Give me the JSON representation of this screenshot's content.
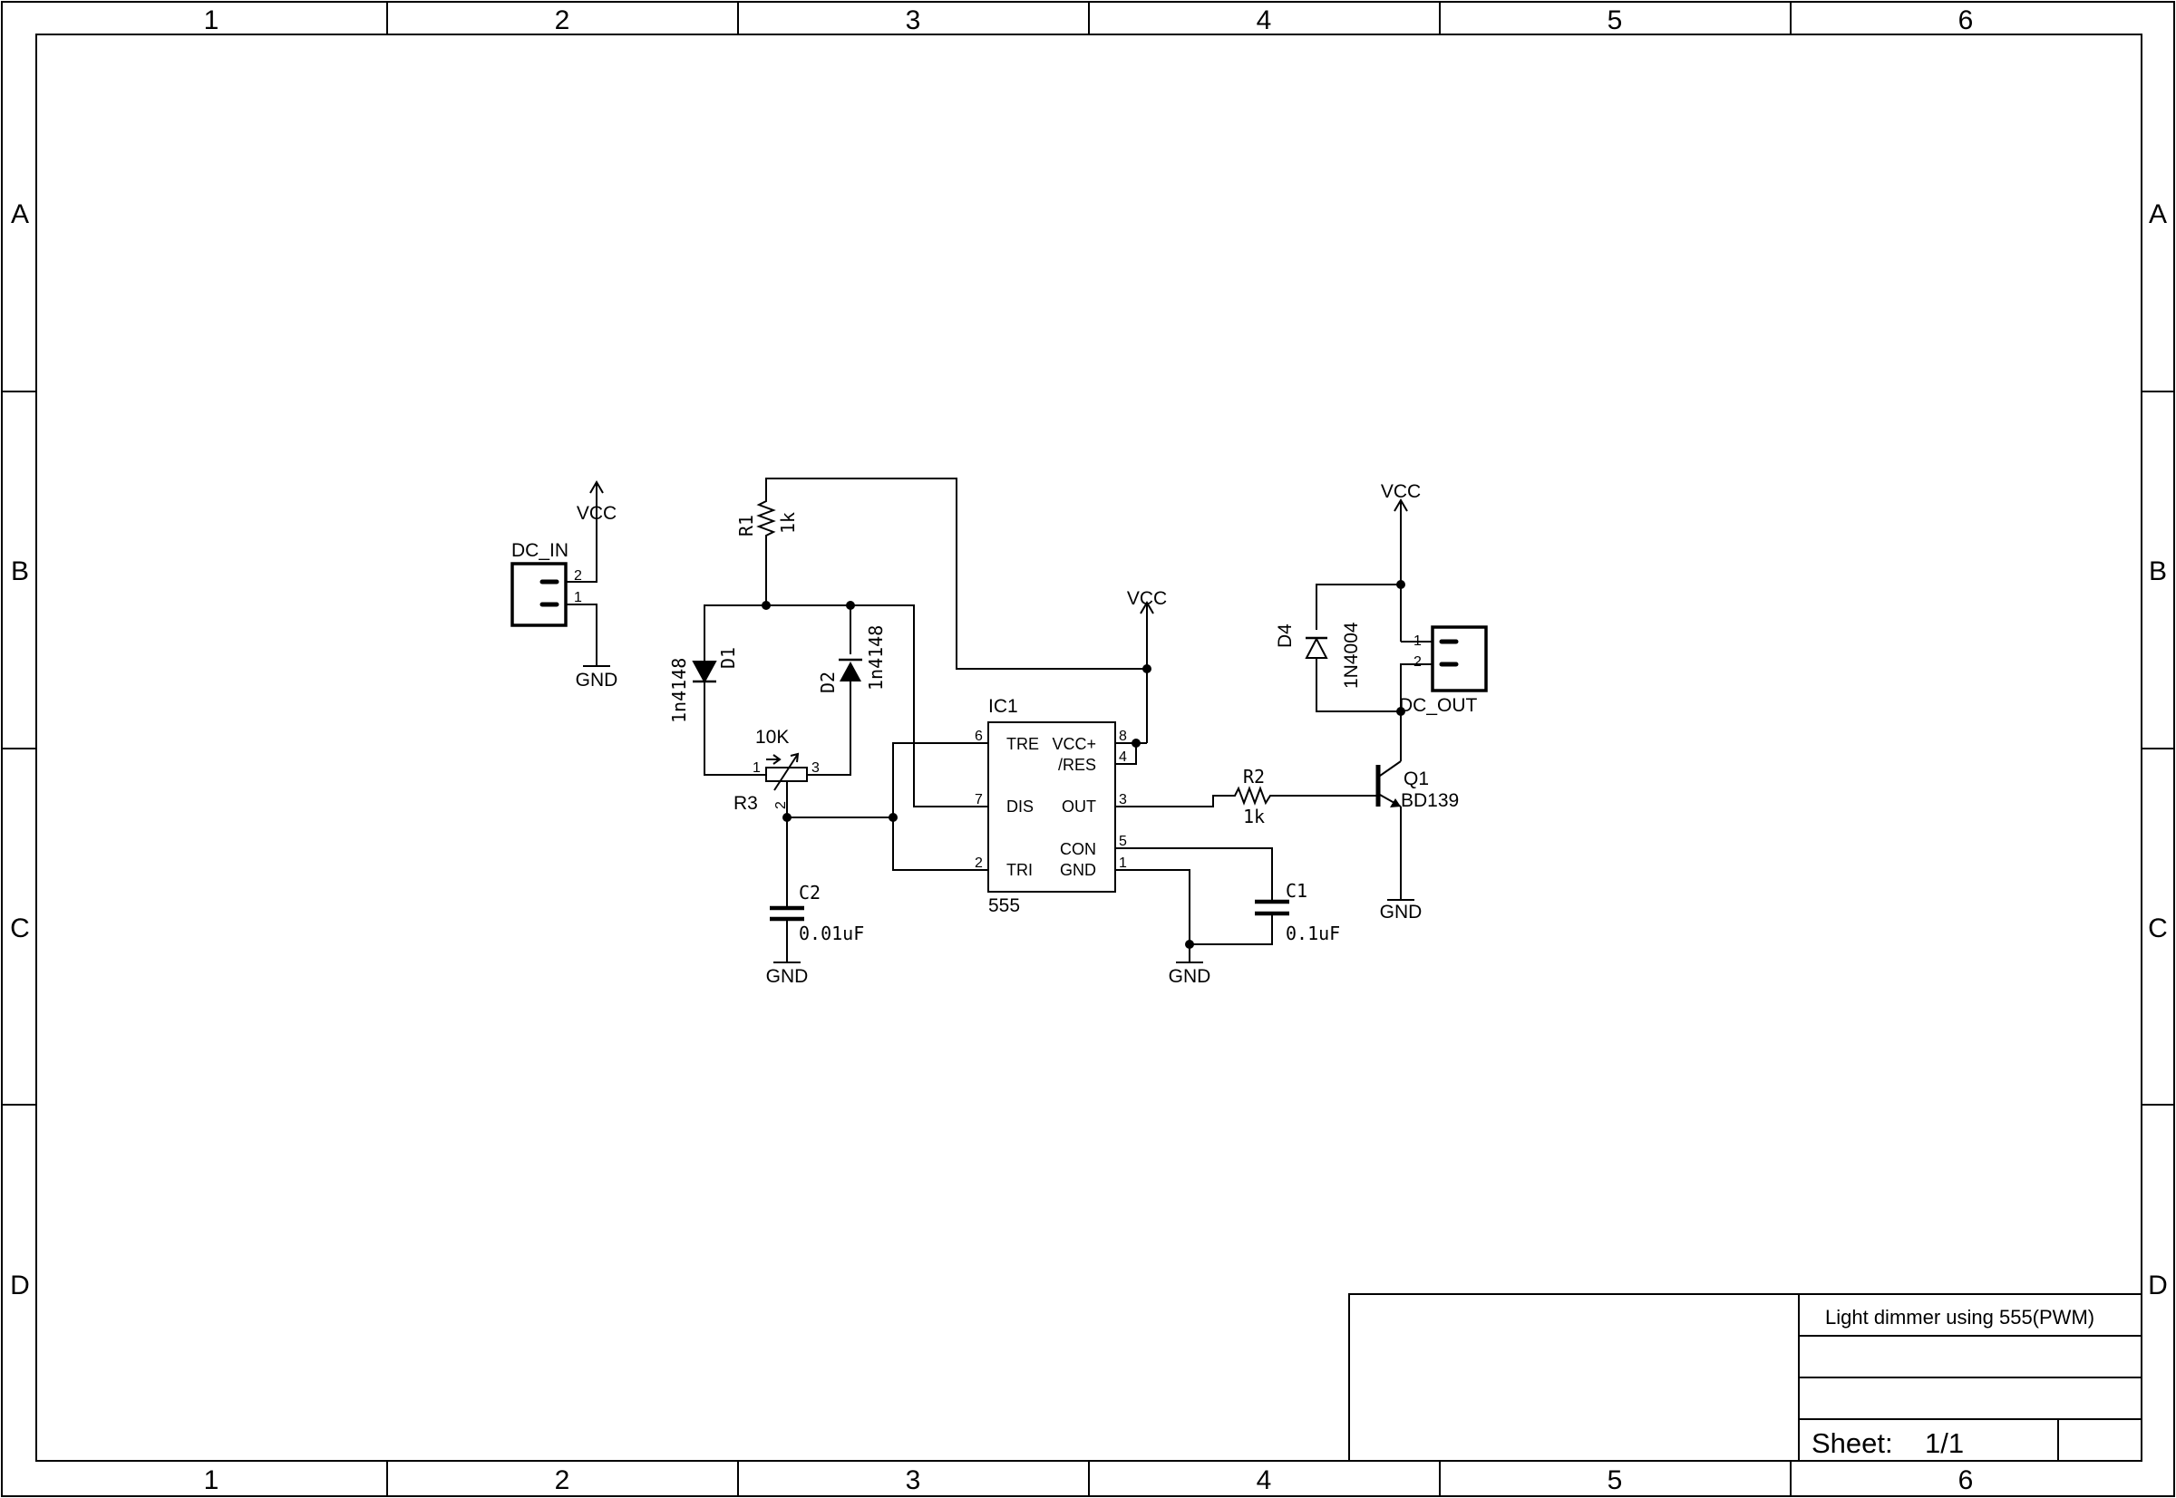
{
  "frame": {
    "columns": [
      "1",
      "2",
      "3",
      "4",
      "5",
      "6"
    ],
    "rows": [
      "A",
      "B",
      "C",
      "D"
    ]
  },
  "title_block": {
    "title": "Light dimmer using 555(PWM)",
    "sheet_label": "Sheet:",
    "sheet_value": "1/1"
  },
  "connectors": {
    "dc_in": {
      "ref": "DC_IN",
      "pin1": "1",
      "pin2": "2"
    },
    "dc_out": {
      "ref": "DC_OUT",
      "pin1": "1",
      "pin2": "2"
    }
  },
  "power": {
    "vcc": "VCC",
    "gnd": "GND"
  },
  "components": {
    "r1": {
      "ref": "R1",
      "value": "1k"
    },
    "r2": {
      "ref": "R2",
      "value": "1k"
    },
    "r3": {
      "ref": "R3",
      "value": "10K",
      "pin1": "1",
      "pin2": "2",
      "pin3": "3"
    },
    "d1": {
      "ref": "D1",
      "value": "1n4148"
    },
    "d2": {
      "ref": "D2",
      "value": "1n4148"
    },
    "d4": {
      "ref": "D4",
      "value": "1N4004"
    },
    "c1": {
      "ref": "C1",
      "value": "0.1uF"
    },
    "c2": {
      "ref": "C2",
      "value": "0.01uF"
    },
    "q1": {
      "ref": "Q1",
      "value": "BD139"
    },
    "ic1": {
      "ref": "IC1",
      "value": "555",
      "pins": {
        "tre": {
          "num": "6",
          "name": "TRE"
        },
        "dis": {
          "num": "7",
          "name": "DIS"
        },
        "tri": {
          "num": "2",
          "name": "TRI"
        },
        "vcc": {
          "num": "8",
          "name": "VCC+"
        },
        "res": {
          "num": "4",
          "name": "/RES"
        },
        "out": {
          "num": "3",
          "name": "OUT"
        },
        "con": {
          "num": "5",
          "name": "CON"
        },
        "gnd": {
          "num": "1",
          "name": "GND"
        }
      }
    }
  }
}
